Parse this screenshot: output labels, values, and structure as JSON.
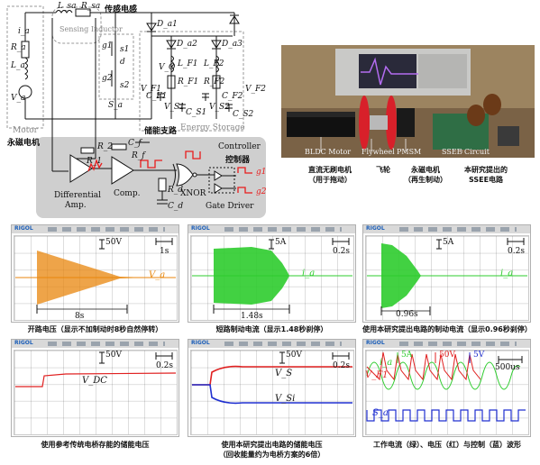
{
  "circuit": {
    "i_a": "i_a",
    "R_a": "R_a",
    "L_a": "L_a",
    "V_a": "V_a",
    "motor_en": "Motor",
    "motor_cn": "永磁电机",
    "L_sa": "L_sa",
    "R_sa": "R_sa",
    "sensing_cn": "传感电感",
    "sensing_en": "Sensing Inductor",
    "g1": "g1",
    "g2": "g2",
    "d": "d",
    "s1": "s1",
    "s2": "s2",
    "S_a": "S_a",
    "D_a1": "D_a1",
    "D_a2": "D_a2",
    "D_a3": "D_a3",
    "V_F1": "V_F1",
    "V_F2": "V_F2",
    "C_F1": "C_F1",
    "C_F2": "C_F2",
    "L_F1": "L_F1",
    "L_F2": "L_F2",
    "R_F1": "R_F1",
    "R_F2": "R_F2",
    "V_S1": "V_S1",
    "V_S2": "V_S2",
    "C_S1": "C_S1",
    "C_S2": "C_S2",
    "V_O": "V_O",
    "storage_cn": "储能支路",
    "storage_en": "Energy Storage",
    "R2": "R_2",
    "R1": "R_1",
    "Cf": "C_f",
    "Rf": "R_f",
    "Rd": "R_d",
    "Cd": "C_d",
    "diff_amp": "Differential",
    "amp": "Amp.",
    "comp": "Comp.",
    "xnor": "XNOR",
    "controller_en": "Controller",
    "controller_cn": "控制器",
    "gate_driver": "Gate Driver",
    "out_g1": "g1",
    "out_g2": "g2"
  },
  "photo": {
    "labels": {
      "bldc": "BLDC Motor",
      "flywheel": "Flywheel",
      "pmsm": "PMSM",
      "ssee": "SSEE Circuit"
    },
    "captions": {
      "bldc": [
        "直流无刷电机",
        "（用于拖动）"
      ],
      "flywheel": [
        "飞轮"
      ],
      "pmsm": [
        "永磁电机",
        "（再生制动）"
      ],
      "ssee": [
        "本研究提出的",
        "SSEE电路"
      ]
    }
  },
  "scopes": [
    {
      "brand": "RIGOL",
      "vscale": "50V",
      "tscale": "1s",
      "signal": "V_a",
      "duration": "8s",
      "caption": [
        "开路电压（显示不加制动时8秒自然停转）"
      ]
    },
    {
      "brand": "RIGOL",
      "vscale": "5A",
      "tscale": "0.2s",
      "signal": "i_a",
      "duration": "1.48s",
      "caption": [
        "短路制动电流（显示1.48秒刹停）"
      ]
    },
    {
      "brand": "RIGOL",
      "vscale": "5A",
      "tscale": "0.2s",
      "signal": "i_a",
      "duration": "0.96s",
      "caption": [
        "使用本研究提出电路的制动电流（显示0.96秒刹停）"
      ]
    },
    {
      "brand": "RIGOL",
      "vscale": "50V",
      "tscale": "0.2s",
      "signal": "V_DC",
      "caption": [
        "使用参考传统电桥存能的储能电压"
      ]
    },
    {
      "brand": "RIGOL",
      "vscale": "50V",
      "tscale": "0.2s",
      "signal_top": "V_S",
      "signal_bot": "V_Si",
      "caption": [
        "使用本研究提出电路的储能电压",
        "（回收能量约为电桥方案的6倍）"
      ]
    },
    {
      "brand": "RIGOL",
      "s_i": "5A",
      "s_v": "50V",
      "s_s": "5V",
      "tscale": "500us",
      "sig_i": "i_a",
      "sig_v": "V_F1",
      "sig_s": "S_a",
      "caption": [
        "工作电流（绿）、电压（红）与控制（蓝）波形"
      ]
    }
  ],
  "colors": {
    "orange": "#e8860c",
    "green": "#2ecc2e",
    "red": "#e02020",
    "blue": "#2030d0",
    "gate_red": "#e81c1c"
  }
}
